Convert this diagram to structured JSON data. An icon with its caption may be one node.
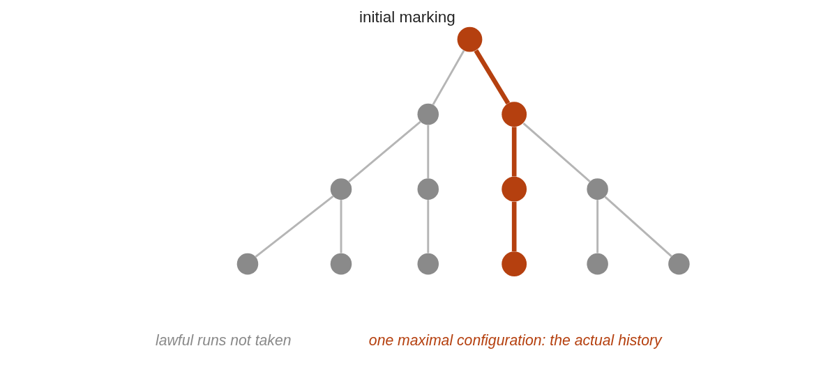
{
  "diagram": {
    "nodes": [
      {
        "text": [],
        "shape": "circle",
        "beside": [
          "initial marking"
        ]
      },
      {
        "text": [],
        "shape": "circle"
      },
      {
        "text": [],
        "shape": "circle"
      },
      {
        "text": [],
        "shape": "circle"
      },
      {
        "text": [],
        "shape": "circle"
      },
      {
        "text": [],
        "shape": "circle"
      },
      {
        "text": [],
        "shape": "circle"
      },
      {
        "text": [],
        "shape": "circle"
      },
      {
        "text": [],
        "shape": "circle"
      },
      {
        "text": [],
        "shape": "circle"
      },
      {
        "text": [],
        "shape": "circle"
      },
      {
        "text": [],
        "shape": "circle"
      },
      {
        "text": [],
        "shape": "circle"
      }
    ],
    "edges": [
      {
        "from": 0,
        "to": 1,
        "arrow": "none"
      },
      {
        "from": 0,
        "to": 2,
        "arrow": "none",
        "style": "thick",
        "color": "#b5400f"
      },
      {
        "from": 1,
        "to": 3,
        "arrow": "none"
      },
      {
        "from": 1,
        "to": 4,
        "arrow": "none"
      },
      {
        "from": 2,
        "to": 5,
        "arrow": "none",
        "style": "thick",
        "color": "#b5400f"
      },
      {
        "from": 2,
        "to": 6,
        "arrow": "none"
      },
      {
        "from": 3,
        "to": 7,
        "arrow": "none"
      },
      {
        "from": 3,
        "to": 8,
        "arrow": "none"
      },
      {
        "from": 4,
        "to": 9,
        "arrow": "none"
      },
      {
        "from": 5,
        "to": 10,
        "arrow": "none",
        "style": "thick",
        "color": "#b5400f"
      },
      {
        "from": 6,
        "to": 11,
        "arrow": "none"
      },
      {
        "from": 6,
        "to": 12,
        "arrow": "none"
      }
    ],
    "labels": [
      "lawful runs not taken",
      "one maximal configuration: the actual history"
    ]
  }
}
